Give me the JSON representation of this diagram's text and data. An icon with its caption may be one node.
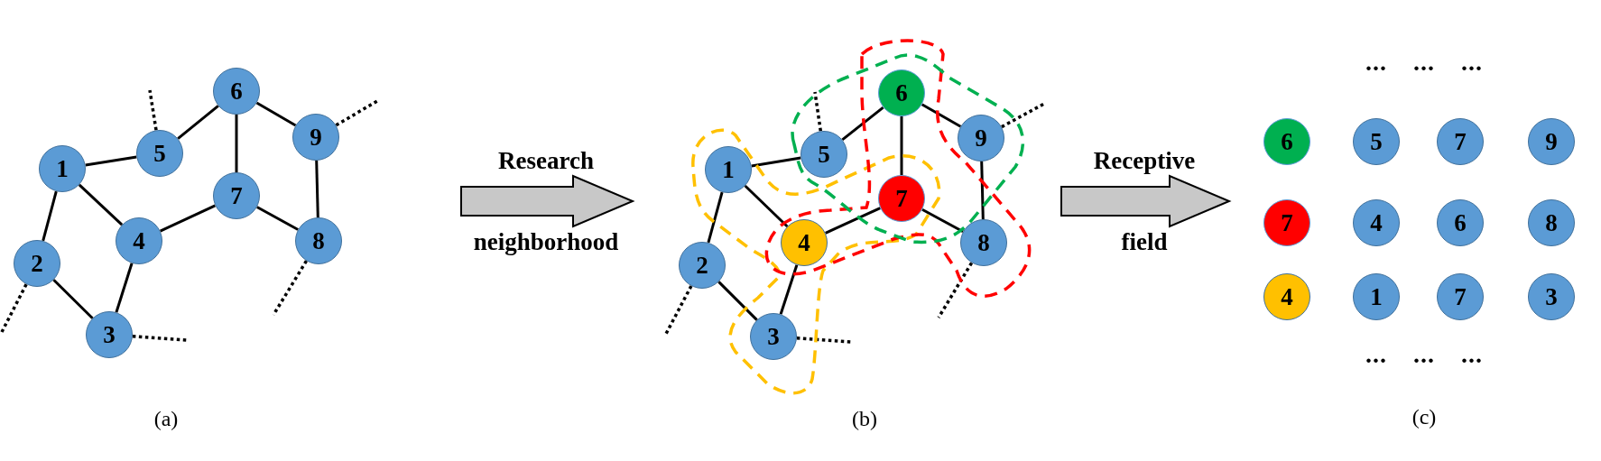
{
  "diagram": {
    "nodes": [
      {
        "text": [
          "1"
        ]
      },
      {
        "text": [
          "2"
        ]
      },
      {
        "text": [
          "3"
        ]
      },
      {
        "text": [
          "4"
        ]
      },
      {
        "text": [
          "5"
        ]
      },
      {
        "text": [
          "6"
        ]
      },
      {
        "text": [
          "7"
        ]
      },
      {
        "text": [
          "8"
        ]
      },
      {
        "text": [
          "9"
        ]
      },
      {
        "text": [
          "1"
        ]
      },
      {
        "text": [
          "2"
        ]
      },
      {
        "text": [
          "3"
        ]
      },
      {
        "text": [
          "4"
        ]
      },
      {
        "text": [
          "5"
        ]
      },
      {
        "text": [
          "6"
        ]
      },
      {
        "text": [
          "7"
        ]
      },
      {
        "text": [
          "8"
        ]
      },
      {
        "text": [
          "9"
        ]
      },
      {
        "text": [
          "6"
        ]
      },
      {
        "text": [
          "5"
        ]
      },
      {
        "text": [
          "7"
        ]
      },
      {
        "text": [
          "9"
        ]
      },
      {
        "text": [
          "7"
        ]
      },
      {
        "text": [
          "4"
        ]
      },
      {
        "text": [
          "6"
        ]
      },
      {
        "text": [
          "8"
        ]
      },
      {
        "text": [
          "4"
        ]
      },
      {
        "text": [
          "1"
        ]
      },
      {
        "text": [
          "7"
        ]
      },
      {
        "text": [
          "3"
        ]
      },
      {
        "text": [
          "Research",
          "neighborhood"
        ]
      },
      {
        "text": [
          "Receptive",
          "field"
        ]
      }
    ],
    "edges": [
      {
        "from": 0,
        "to": 4,
        "arrow": "none"
      },
      {
        "from": 0,
        "to": 3,
        "arrow": "none"
      },
      {
        "from": 0,
        "to": 1,
        "arrow": "none"
      },
      {
        "from": 1,
        "to": 2,
        "arrow": "none"
      },
      {
        "from": 2,
        "to": 3,
        "arrow": "none"
      },
      {
        "from": 3,
        "to": 6,
        "arrow": "none"
      },
      {
        "from": 4,
        "to": 5,
        "arrow": "none"
      },
      {
        "from": 5,
        "to": 6,
        "arrow": "none"
      },
      {
        "from": 5,
        "to": 8,
        "arrow": "none"
      },
      {
        "from": 6,
        "to": 7,
        "arrow": "none"
      },
      {
        "from": 8,
        "to": 7,
        "arrow": "none"
      },
      {
        "from": 4,
        "to": null,
        "arrow": "none",
        "style": "dashed"
      },
      {
        "from": 8,
        "to": null,
        "arrow": "none",
        "style": "dashed"
      },
      {
        "from": 7,
        "to": null,
        "arrow": "none",
        "style": "dashed"
      },
      {
        "from": 1,
        "to": null,
        "arrow": "none",
        "style": "dashed"
      },
      {
        "from": 2,
        "to": null,
        "arrow": "none",
        "style": "dashed"
      },
      {
        "from": 9,
        "to": 13,
        "arrow": "none"
      },
      {
        "from": 9,
        "to": 12,
        "arrow": "none"
      },
      {
        "from": 9,
        "to": 10,
        "arrow": "none"
      },
      {
        "from": 10,
        "to": 11,
        "arrow": "none"
      },
      {
        "from": 11,
        "to": 12,
        "arrow": "none"
      },
      {
        "from": 12,
        "to": 15,
        "arrow": "none"
      },
      {
        "from": 13,
        "to": 14,
        "arrow": "none"
      },
      {
        "from": 14,
        "to": 15,
        "arrow": "none"
      },
      {
        "from": 14,
        "to": 17,
        "arrow": "none"
      },
      {
        "from": 15,
        "to": 16,
        "arrow": "none"
      },
      {
        "from": 17,
        "to": 16,
        "arrow": "none"
      },
      {
        "from": 13,
        "to": null,
        "arrow": "none",
        "style": "dashed"
      },
      {
        "from": 17,
        "to": null,
        "arrow": "none",
        "style": "dashed"
      },
      {
        "from": 16,
        "to": null,
        "arrow": "none",
        "style": "dashed"
      },
      {
        "from": 10,
        "to": null,
        "arrow": "none",
        "style": "dashed"
      },
      {
        "from": 11,
        "to": null,
        "arrow": "none",
        "style": "dashed"
      }
    ],
    "labels": [
      "...",
      "...",
      "...",
      "...",
      "...",
      "...",
      "(a)",
      "(b)",
      "(c)"
    ]
  }
}
